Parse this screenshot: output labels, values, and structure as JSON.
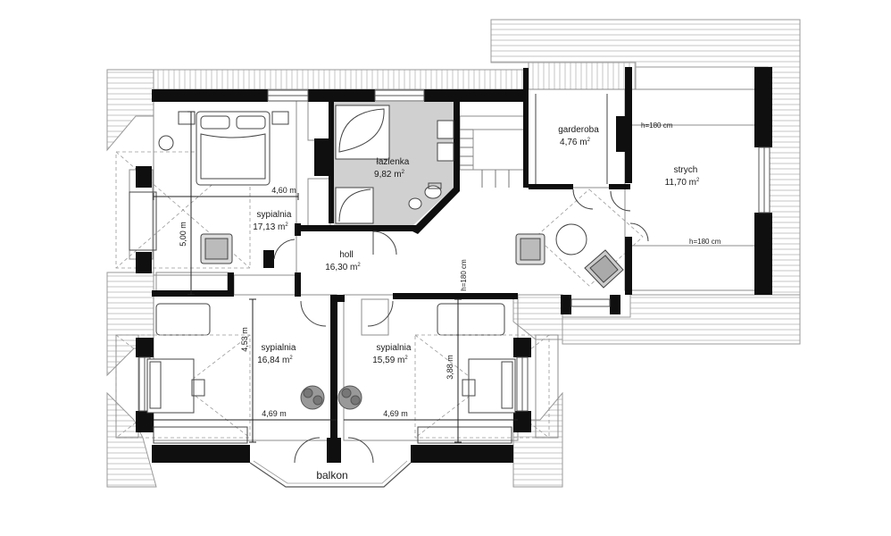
{
  "rooms": {
    "bathroom": {
      "name": "łazienka",
      "area": "9,82 m",
      "sup": "2"
    },
    "wardrobe": {
      "name": "garderoba",
      "area": "4,76 m",
      "sup": "2"
    },
    "attic": {
      "name": "strych",
      "area": "11,70 m",
      "sup": "2"
    },
    "bedroom_top": {
      "name": "sypialnia",
      "area": "17,13 m",
      "sup": "2"
    },
    "hall": {
      "name": "holl",
      "area": "16,30 m",
      "sup": "2"
    },
    "bedroom_left": {
      "name": "sypialnia",
      "area": "16,84 m",
      "sup": "2"
    },
    "bedroom_right": {
      "name": "sypialnia",
      "area": "15,59 m",
      "sup": "2"
    }
  },
  "dimensions": {
    "top_width": "4,60 m",
    "top_depth": "5,00 m",
    "left_depth": "4,53 m",
    "left_width": "4,69 m",
    "right_width": "4,69 m",
    "right_depth": "3,88 m"
  },
  "notes": {
    "h1": "h=180 cm",
    "h2": "h=180 cm",
    "h3": "h=180 cm"
  },
  "labels": {
    "balcony": "balkon"
  }
}
